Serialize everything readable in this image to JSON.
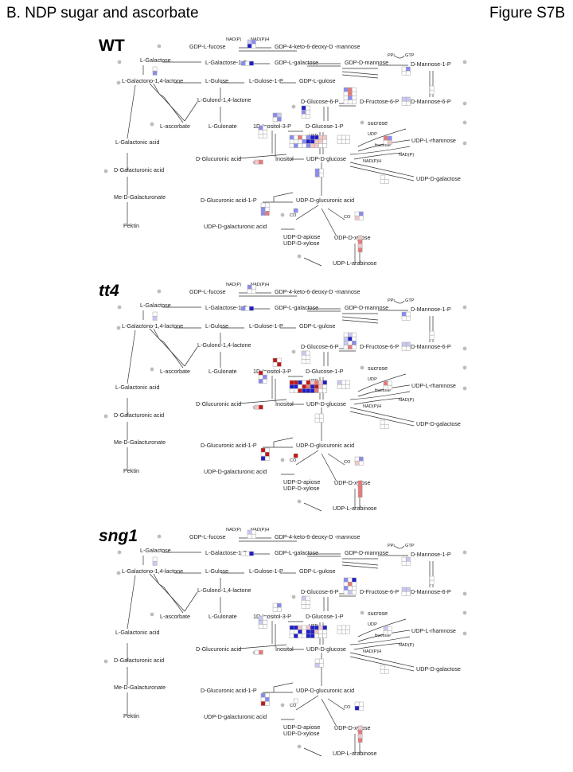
{
  "header": {
    "left": "B. NDP sugar and ascorbate",
    "right": "Figure S7B"
  },
  "labels": {
    "gdp_fucose": "GDP-L-fucose",
    "nadp": "NAD(P)",
    "nadph": "NAD(P)H",
    "gdp_keto": "GDP-4-keto-6-deoxy-D -mannose",
    "galactose": "L-Galactose",
    "galactose_1p": "L-Galactose-1-P",
    "gdp_galactose": "GDP-L-galactose",
    "gdp_mannose": "GDP-D-mannose",
    "ppi": "PPi",
    "gtp": "GTP",
    "mannose_1p": "D-Mannose-1-P",
    "galactono_lactone": "L-Galactono-1,4-lactone",
    "gulose": "L-Gulose",
    "gulose_1p": "L-Gulose-1-P",
    "gdp_gulose": "GDP-L-gulose",
    "mannose_6p": "D-Mannose-6-P",
    "gulono_lactone": "L-Gulono-1,4-lactone",
    "glucose_6p": "D-Glucose-6-P",
    "fructose_6p": "D-Fructose-6-P",
    "ascorbate": "L-ascorbate",
    "gulonate": "L-Gulonate",
    "inositol_3p": "1D-Inositol-3-P",
    "glucose_1p": "D-Glucose-1-P",
    "sucrose": "sucrose",
    "udp": "UDP",
    "utp": "UTP",
    "fructose": "fructose",
    "udp_rhamnose": "UDP-L-rhamnose",
    "galactonic": "L-Galactonic acid",
    "glucuronic": "D-Glucuronic acid",
    "inositol": "Inositol",
    "udp_glucose": "UDP-D-glucose",
    "nadph_r": "NAD(P)H",
    "nadp_r": "NAD(P)",
    "galacturonic": "D-Galacturonic acid",
    "udp_galactose": "UDP-D-galactose",
    "me_galacturonate": "Me-D-Galacturonate",
    "glucuronic_1p": "D-Glucuronic acid-1-P",
    "udp_glucuronic": "UDP-D-glucuronic acid",
    "pektin": "Pektin",
    "udp_galacturonic": "UDP-D-galacturonic acid",
    "co2a": "CO",
    "co2b": "CO",
    "udp_apiose": "UDP-D-apiose",
    "udp_xylose_a": "UDP-D-xylose",
    "udp_xylose_b": "UDP-D-xylose",
    "udp_arabinose": "UDP-L-arabinose"
  },
  "panels": [
    {
      "title": "WT",
      "italic": false,
      "heat": [
        [
          [
            1,
            2
          ],
          [
            3,
            0
          ]
        ],
        [
          [
            2,
            0,
            3
          ]
        ],
        [
          [
            0
          ],
          [
            2
          ]
        ],
        [
          [
            0,
            2
          ],
          [
            0,
            0
          ]
        ],
        [
          [
            1,
            1
          ],
          [
            0,
            0
          ]
        ],
        [
          [
            2,
            5,
            0
          ],
          [
            0,
            5,
            0
          ],
          [
            0,
            2,
            0
          ],
          [
            0,
            0,
            0
          ]
        ],
        [
          [
            3,
            0
          ],
          [
            2,
            0
          ],
          [
            0,
            0
          ]
        ],
        [
          [
            2,
            0,
            5,
            0,
            2,
            3,
            3,
            4,
            4
          ],
          [
            0,
            0,
            0,
            2,
            3,
            3,
            4,
            4,
            0
          ],
          [
            0,
            2,
            0,
            0,
            2,
            4,
            4,
            0,
            0
          ]
        ],
        [
          [
            0,
            0,
            0
          ],
          [
            0,
            0,
            0
          ]
        ],
        [
          [
            5,
            2
          ],
          [
            0,
            4
          ]
        ],
        [
          [
            0
          ],
          [
            0
          ]
        ],
        [
          [
            0
          ],
          [
            0,
            0
          ]
        ],
        [
          [
            4,
            5
          ]
        ],
        [
          [
            2,
            1
          ],
          [
            0,
            2
          ]
        ],
        [
          [
            2,
            0
          ],
          [
            0,
            0
          ],
          [
            0,
            0
          ]
        ],
        [
          [
            0,
            0
          ],
          [
            2,
            0
          ],
          [
            2,
            5
          ]
        ],
        [
          [
            2
          ]
        ],
        [
          [
            0,
            2
          ],
          [
            4,
            0
          ]
        ],
        [
          [
            2,
            0
          ],
          [
            2,
            0
          ]
        ],
        [
          [
            4
          ],
          [
            5
          ],
          [
            4
          ],
          [
            5
          ]
        ]
      ]
    },
    {
      "title": "tt4",
      "italic": true,
      "heat": [
        [
          [
            2,
            0
          ],
          [
            0,
            0
          ]
        ],
        [
          [
            2,
            0,
            3
          ]
        ],
        [
          [
            0
          ],
          [
            1
          ]
        ],
        [
          [
            2,
            0
          ],
          [
            0,
            0
          ]
        ],
        [
          [
            1,
            1
          ],
          [
            0,
            0
          ]
        ],
        [
          [
            0,
            1,
            0
          ],
          [
            1,
            3,
            0
          ],
          [
            1,
            0,
            2
          ],
          [
            0,
            5,
            0
          ]
        ],
        [
          [
            1,
            0
          ],
          [
            0,
            0
          ],
          [
            0,
            0
          ]
        ],
        [
          [
            6,
            6,
            3,
            0,
            6,
            4,
            5,
            4,
            3
          ],
          [
            3,
            3,
            0,
            6,
            5,
            3,
            6,
            4,
            0
          ],
          [
            0,
            0,
            6,
            3,
            3,
            3,
            5,
            0,
            0
          ]
        ],
        [
          [
            1,
            0,
            0
          ],
          [
            0,
            0,
            0
          ]
        ],
        [
          [
            5,
            0
          ],
          [
            0,
            0
          ]
        ],
        [
          [
            0
          ],
          [
            0
          ]
        ],
        [
          [
            0
          ],
          [
            0,
            0
          ]
        ],
        [
          [
            4,
            6
          ]
        ],
        [
          [
            6,
            0
          ],
          [
            0,
            6
          ]
        ],
        [
          [
            6,
            0
          ],
          [
            0,
            2
          ],
          [
            2,
            0
          ]
        ],
        [
          [
            6,
            0
          ],
          [
            0,
            6
          ],
          [
            3,
            0
          ]
        ],
        [
          [
            6
          ]
        ],
        [
          [
            0,
            2
          ],
          [
            4,
            0
          ]
        ],
        [
          [
            0,
            0
          ],
          [
            0,
            0
          ]
        ],
        [
          [
            5
          ],
          [
            5
          ],
          [
            5
          ],
          [
            5
          ]
        ]
      ]
    },
    {
      "title": "sng1",
      "italic": true,
      "heat": [
        [
          [
            1,
            0
          ],
          [
            0,
            0
          ]
        ],
        [
          [
            0,
            0,
            3
          ]
        ],
        [
          [
            0
          ],
          [
            1
          ]
        ],
        [
          [
            0,
            1
          ],
          [
            0,
            0
          ]
        ],
        [
          [
            1,
            1
          ],
          [
            0,
            0
          ]
        ],
        [
          [
            2,
            0,
            3
          ],
          [
            0,
            5,
            0
          ],
          [
            2,
            0,
            0
          ],
          [
            0,
            1,
            0
          ]
        ],
        [
          [
            1,
            0
          ],
          [
            0,
            0
          ],
          [
            0,
            0
          ]
        ],
        [
          [
            3,
            3,
            4,
            0,
            4,
            3,
            3,
            4,
            3
          ],
          [
            0,
            0,
            3,
            0,
            3,
            3,
            4,
            0,
            0
          ],
          [
            0,
            3,
            0,
            0,
            3,
            3,
            0,
            0,
            0
          ]
        ],
        [
          [
            0,
            0,
            0
          ],
          [
            0,
            0,
            0
          ]
        ],
        [
          [
            1,
            0
          ],
          [
            0,
            0
          ]
        ],
        [
          [
            0
          ],
          [
            0
          ]
        ],
        [
          [
            0
          ],
          [
            0,
            0
          ]
        ],
        [
          [
            0,
            5
          ]
        ],
        [
          [
            0,
            2
          ],
          [
            0,
            0
          ]
        ],
        [
          [
            1,
            0
          ],
          [
            1,
            0
          ],
          [
            0,
            0
          ]
        ],
        [
          [
            2,
            0
          ],
          [
            0,
            2
          ],
          [
            6,
            0
          ]
        ],
        [
          [
            0
          ]
        ],
        [
          [
            0,
            0
          ],
          [
            3,
            0
          ]
        ],
        [
          [
            0,
            0
          ],
          [
            1,
            0
          ]
        ],
        [
          [
            4
          ],
          [
            5
          ],
          [
            4
          ],
          [
            5
          ]
        ]
      ]
    }
  ],
  "colors": {
    "white": "#ffffff",
    "light_blue": "#c8c8f4",
    "blue": "#8a8af0",
    "dark_blue": "#1e1ec8",
    "light_red": "#f4c8c8",
    "red": "#e87878",
    "dark_red": "#c01818",
    "grid": "#a6a6a6",
    "node": "#bdbdbd"
  }
}
